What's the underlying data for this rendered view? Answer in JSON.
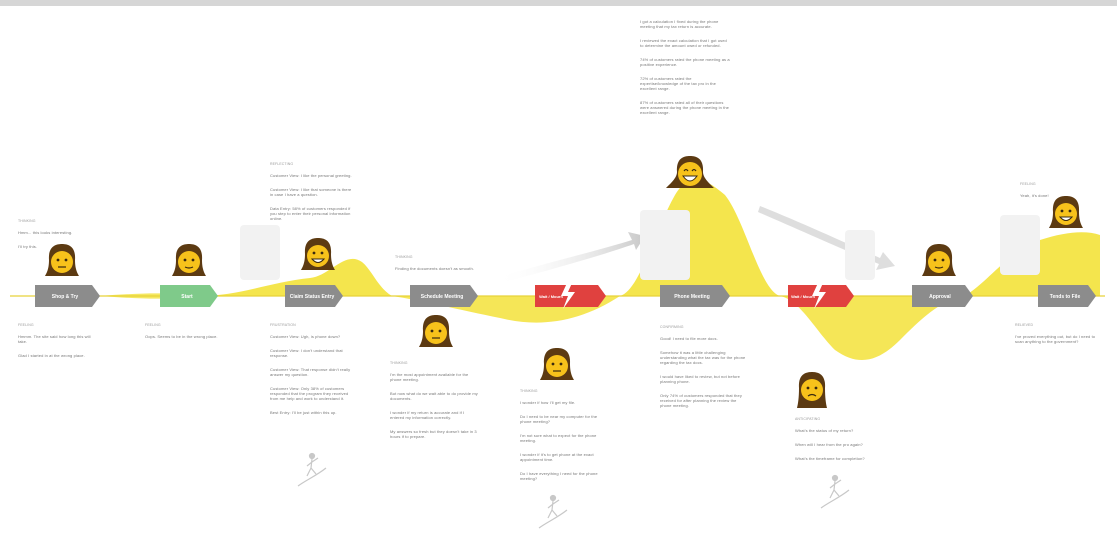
{
  "colors": {
    "curve_yellow": "#f3e23a",
    "curve_light": "#f8ef9a",
    "stage_gray": "#8c8c8c",
    "stage_green": "#7fca8a",
    "stage_red": "#e0413f",
    "axis_line": "#e6d23a",
    "arrow_gray": "#d2d2d2",
    "face_yellow": "#f7c21b",
    "hair_brown": "#5c3a12"
  },
  "stages": [
    {
      "label": "Shop & Try"
    },
    {
      "label": "Start"
    },
    {
      "label": "Claim Status Entry"
    },
    {
      "label": "Schedule Meeting"
    },
    {
      "label": "Wait / Mourn"
    },
    {
      "label": "Phone Meeting"
    },
    {
      "label": "Wait / Mourn"
    },
    {
      "label": "Approval"
    },
    {
      "label": "Tends to File"
    }
  ],
  "notes": [
    {
      "header": "THINKING",
      "lines": [
        "Hmm... this looks interesting.",
        "I'll try this."
      ]
    },
    {
      "header": "FEELING",
      "lines": [
        "Hmmm. The site said how long this will take.",
        "Glad I started in at the wrong place."
      ]
    },
    {
      "header": "FEELING",
      "lines": [
        "Oops. Seems to be in the wrong place."
      ]
    },
    {
      "header": "REFLECTING",
      "lines": [
        "Customer View: I like the personal greeting.",
        "Customer View: I like that someone is there in case I have a question.",
        "Data Entry: 58% of customers responded if you step to enter their personal information online."
      ]
    },
    {
      "header": "FRUSTRATION",
      "lines": [
        "Customer View: Ugh, is phone down?",
        "Customer View: I don't understand that response.",
        "Customer View: That response didn't really answer my question.",
        "Customer View: Only 38% of customers responded that the program they received from me help and work to understand it.",
        "Best Entry: I'll be just within this up."
      ]
    },
    {
      "header": "THINKING",
      "lines": [
        "Finding the documents doesn't as smooth."
      ]
    },
    {
      "header": "THINKING",
      "lines": [
        "I'm the most appointment available for the phone meeting.",
        "But now what do we wait able to do provide my documents.",
        "I wonder if my return is accurate and if I entered my information correctly.",
        "My answers so fresh but they doesn't take in 3 hours if to prepare."
      ]
    },
    {
      "header": "THINKING",
      "lines": [
        "I wonder if how I'll get my file.",
        "Do I need to be near my computer for the phone meeting?",
        "I'm not sure what to expect for the phone meeting.",
        "I wonder if it's to get phone at the exact appointment time.",
        "Do I have everything I need for the phone meeting?"
      ]
    },
    {
      "header": "",
      "lines": [
        "I got a calculation I fixed during the phone meeting that my tax return is accurate.",
        "I reviewed the exact calculation that I got used to determine the amount owed or refunded.",
        "74% of customers rated the phone meeting as a positive experience.",
        "72% of customers rated the expertise/knowledge of the tax pro in the excellent range.",
        "87% of customers rated all of their questions were answered during the phone meeting in the excellent range."
      ]
    },
    {
      "header": "CONFIRMING",
      "lines": [
        "Good! I need to file more docs.",
        "Somehow it was a little challenging understanding what the tax was for the phone regarding the tax docs.",
        "I would have liked to review, but not before planning phone.",
        "Only 74% of customers responded that they received for after planning the review the phone meeting."
      ]
    },
    {
      "header": "ANTICIPATING",
      "lines": [
        "What's the status of my return?",
        "When will I hear from the pro again?",
        "What's the timeframe for completion?"
      ]
    },
    {
      "header": "FEELING",
      "lines": [
        "Yeah, it's done!"
      ]
    },
    {
      "header": "RELIEVED",
      "lines": [
        "I've proved everything out, but do I need to scan anything to the government?"
      ]
    }
  ]
}
